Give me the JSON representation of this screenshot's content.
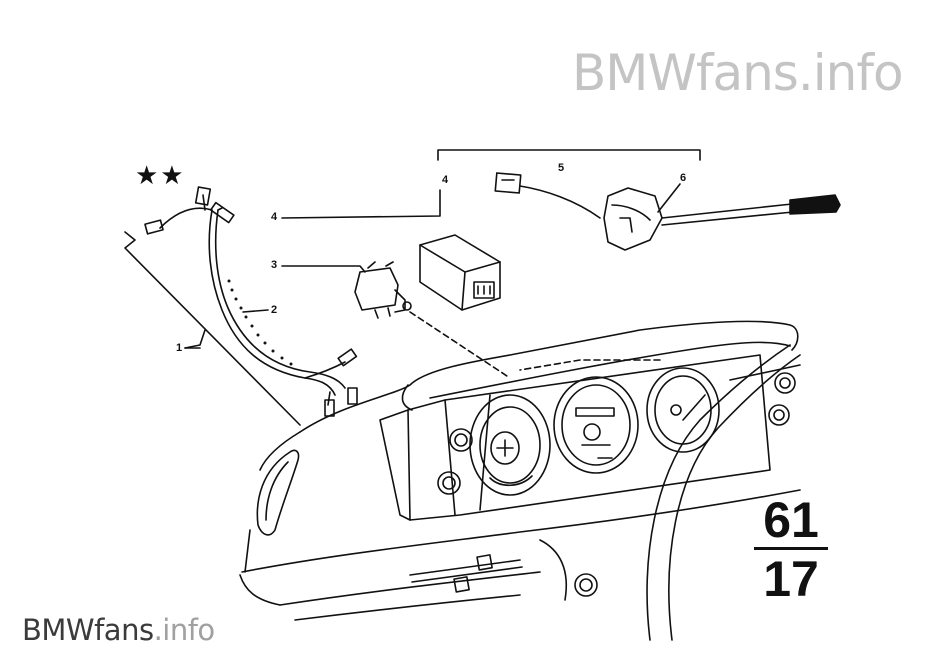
{
  "watermark": {
    "top": "BMWfans.info",
    "bottom_brand": "BMWfans",
    "bottom_suffix": ".info"
  },
  "marks": {
    "stars": "★★"
  },
  "callouts": [
    {
      "id": "1",
      "label": "1"
    },
    {
      "id": "2",
      "label": "2"
    },
    {
      "id": "3",
      "label": "3"
    },
    {
      "id": "4a",
      "label": "4"
    },
    {
      "id": "4b",
      "label": "4"
    },
    {
      "id": "5",
      "label": "5"
    },
    {
      "id": "6",
      "label": "6"
    }
  ],
  "group_code": {
    "main": "61",
    "sub": "17"
  }
}
